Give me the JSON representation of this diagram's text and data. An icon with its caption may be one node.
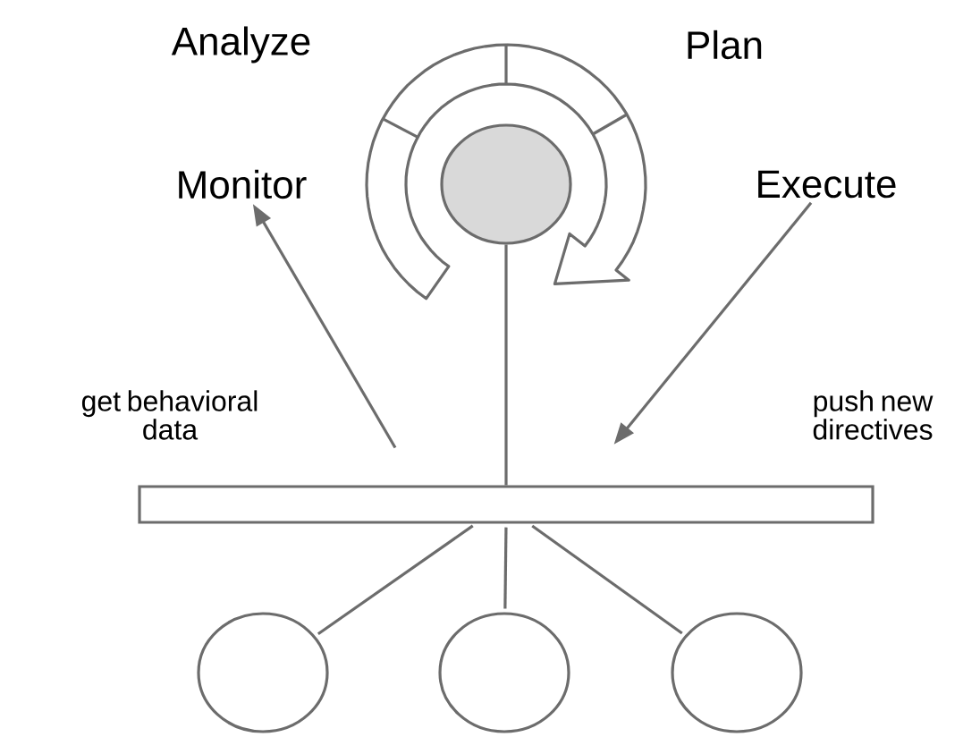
{
  "diagram": {
    "nodes": [
      {
        "text": [],
        "shape": "circle"
      },
      {
        "text": [],
        "shape": "bar"
      },
      {
        "text": [],
        "shape": "circle"
      },
      {
        "text": [],
        "shape": "circle"
      },
      {
        "text": [],
        "shape": "circle"
      },
      {
        "text": [
          "Monitor"
        ]
      },
      {
        "text": [
          "Execute"
        ]
      }
    ],
    "edges": [
      {
        "from": 0,
        "to": 1,
        "arrow": "none"
      },
      {
        "from": 1,
        "to": 2,
        "arrow": "none"
      },
      {
        "from": 1,
        "to": 3,
        "arrow": "none"
      },
      {
        "from": 1,
        "to": 4,
        "arrow": "none"
      },
      {
        "from": null,
        "to": 5,
        "arrow": "to"
      },
      {
        "from": 6,
        "to": null,
        "arrow": "to"
      }
    ],
    "labels": [
      "Analyze",
      "Plan",
      "get behavioral data",
      "push new directives"
    ]
  }
}
